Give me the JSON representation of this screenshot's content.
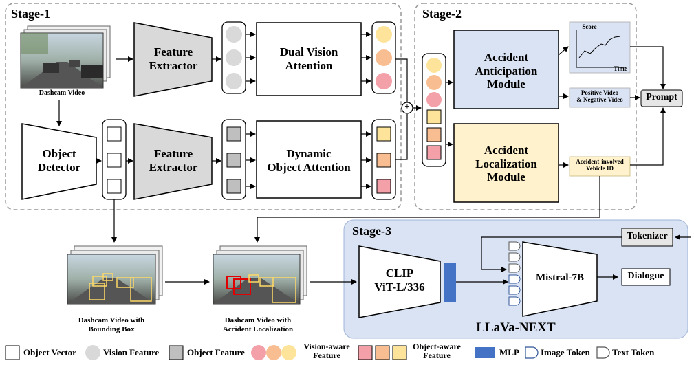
{
  "stages": {
    "stage1": "Stage-1",
    "stage2": "Stage-2",
    "stage3": "Stage-3"
  },
  "stage1": {
    "dashcam_video": "Dashcam Video",
    "feature_extractor_line1": "Feature",
    "feature_extractor_line2": "Extractor",
    "dual_vision_line1": "Dual Vision",
    "dual_vision_line2": "Attention",
    "object_detector_line1": "Object",
    "object_detector_line2": "Detector",
    "dynamic_object_line1": "Dynamic",
    "dynamic_object_line2": "Object Attention"
  },
  "stage2": {
    "anticipation_line1": "Accident",
    "anticipation_line2": "Anticipation",
    "anticipation_line3": "Module",
    "localization_line1": "Accident",
    "localization_line2": "Localization",
    "localization_line3": "Module",
    "chart_score": "Score",
    "chart_time": "Time",
    "pos_neg_line1": "Positive Video",
    "pos_neg_line2": "& Negative Video",
    "vehicle_id_line1": "Accident-involved",
    "vehicle_id_line2": "Vehicle ID",
    "prompt": "Prompt",
    "plus_symbol": "+"
  },
  "stage3": {
    "bbox_video_line1": "Dashcam Video with",
    "bbox_video_line2": "Bounding Box",
    "localization_video_line1": "Dashcam Video with",
    "localization_video_line2": "Accident Localization",
    "clip_line1": "CLIP",
    "clip_line2": "ViT-L/336",
    "mistral": "Mistral-7B",
    "tokenizer": "Tokenizer",
    "dialogue": "Dialogue",
    "llava": "LLaVa-NEXT"
  },
  "legend": {
    "object_vector": "Object Vector",
    "vision_feature": "Vision Feature",
    "object_feature": "Object Feature",
    "vision_aware_line1": "Vision-aware",
    "vision_aware_line2": "Feature",
    "object_aware_line1": "Object-aware",
    "object_aware_line2": "Feature",
    "mlp": "MLP",
    "image_token": "Image Token",
    "text_token": "Text Token"
  },
  "colors": {
    "vision_feature": "#d9d9d9",
    "object_feature": "#bfbfbf",
    "red": "#f4a0a8",
    "orange": "#f8be92",
    "yellow": "#fde49a",
    "module_blue": "#dae3f3",
    "module_yellow": "#fff2cc",
    "llava_bg": "#dae3f3",
    "mlp_blue": "#4472c4",
    "token_blue": "#2f5597",
    "prompt_gray": "#e7e6e6",
    "trapezoid_gray": "#d9d9d9",
    "bbox_yellow": "#ffd966",
    "bbox_red": "#e00000"
  }
}
